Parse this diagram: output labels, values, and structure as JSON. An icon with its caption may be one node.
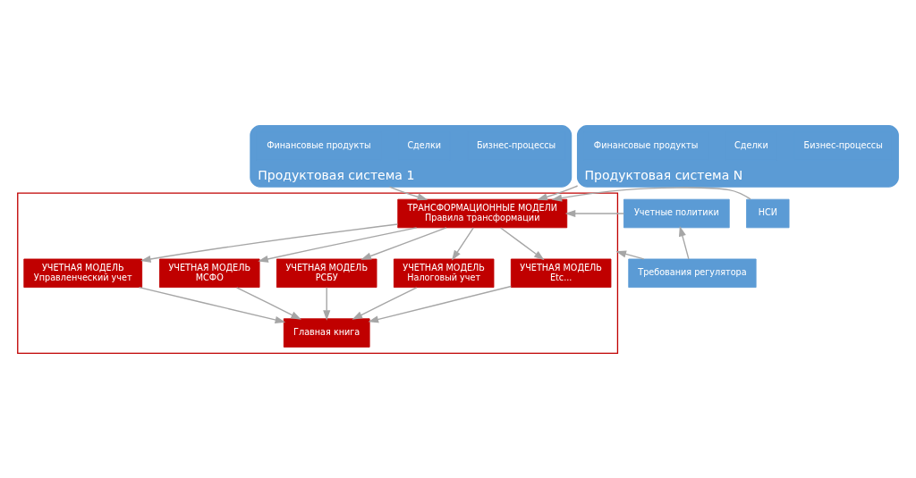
{
  "diagram": {
    "nodes": [
      {
        "text": [
          "Продуктовая система 1"
        ]
      },
      {
        "text": [
          "Финансовые продукты"
        ],
        "in": 0
      },
      {
        "text": [
          "Сделки"
        ],
        "in": 0
      },
      {
        "text": [
          "Бизнес-процессы"
        ],
        "in": 0
      },
      {
        "text": [
          "Продуктовая система N"
        ]
      },
      {
        "text": [
          "Финансовые продукты"
        ],
        "in": 4
      },
      {
        "text": [
          "Сделки"
        ],
        "in": 4
      },
      {
        "text": [
          "Бизнес-процессы"
        ],
        "in": 4
      },
      {
        "text": [],
        "shape": "box"
      },
      {
        "text": [
          "ТРАНСФОРМАЦИОННЫЕ МОДЕЛИ",
          "Правила трансформации"
        ],
        "in": 8
      },
      {
        "text": [
          "УЧЕТНАЯ МОДЕЛЬ",
          "Управленческий учет"
        ],
        "in": 8
      },
      {
        "text": [
          "УЧЕТНАЯ МОДЕЛЬ",
          "МСФО"
        ],
        "in": 8
      },
      {
        "text": [
          "УЧЕТНАЯ МОДЕЛЬ",
          "РСБУ"
        ],
        "in": 8
      },
      {
        "text": [
          "УЧЕТНАЯ МОДЕЛЬ",
          "Налоговый учет"
        ],
        "in": 8
      },
      {
        "text": [
          "УЧЕТНАЯ МОДЕЛЬ",
          "Etc..."
        ],
        "in": 8
      },
      {
        "text": [
          "Главная книга"
        ],
        "in": 8
      },
      {
        "text": [
          "НСИ"
        ]
      },
      {
        "text": [
          "Учетные политики"
        ]
      },
      {
        "text": [
          "Требования регулятора"
        ]
      }
    ],
    "edges": [
      {
        "from": 0,
        "to": 9,
        "arrow": "to"
      },
      {
        "from": 4,
        "to": 9,
        "arrow": "to"
      },
      {
        "from": 16,
        "to": 9,
        "arrow": "to"
      },
      {
        "from": 17,
        "to": 9,
        "arrow": "to"
      },
      {
        "from": 18,
        "to": 17,
        "arrow": "to"
      },
      {
        "from": 18,
        "to": 8,
        "arrow": "to"
      },
      {
        "from": 9,
        "to": 10,
        "arrow": "to"
      },
      {
        "from": 9,
        "to": 11,
        "arrow": "to"
      },
      {
        "from": 9,
        "to": 12,
        "arrow": "to"
      },
      {
        "from": 9,
        "to": 13,
        "arrow": "to"
      },
      {
        "from": 9,
        "to": 14,
        "arrow": "to"
      },
      {
        "from": 10,
        "to": 15,
        "arrow": "to"
      },
      {
        "from": 11,
        "to": 15,
        "arrow": "to"
      },
      {
        "from": 12,
        "to": 15,
        "arrow": "to"
      },
      {
        "from": 13,
        "to": 15,
        "arrow": "to"
      },
      {
        "from": 14,
        "to": 15,
        "arrow": "to"
      }
    ]
  }
}
